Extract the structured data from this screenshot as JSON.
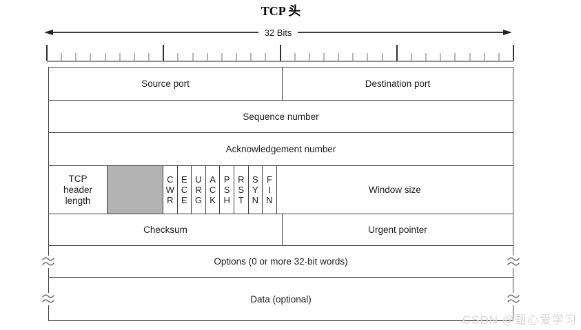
{
  "title": "TCP 头",
  "scale": {
    "label": "32 Bits",
    "bits": 32,
    "major_every": 8
  },
  "fields": {
    "source_port": "Source port",
    "destination_port": "Destination port",
    "sequence_number": "Sequence number",
    "acknowledgement_number": "Acknowledgement number",
    "tcp_header_length": "TCP\nheader\nlength",
    "reserved": "",
    "flags": [
      "C\nW\nR",
      "E\nC\nE",
      "U\nR\nG",
      "A\nC\nK",
      "P\nS\nH",
      "R\nS\nT",
      "S\nY\nN",
      "F\nI\nN"
    ],
    "window_size": "Window size",
    "checksum": "Checksum",
    "urgent_pointer": "Urgent pointer",
    "options": "Options (0 or more 32-bit words)",
    "data": "Data (optional)"
  },
  "colors": {
    "reserved_fill": "#b3b3b3",
    "border": "#3d3d3d",
    "watermark": "#d9d9d9"
  },
  "watermark": "CSDN @甄心爱学习"
}
